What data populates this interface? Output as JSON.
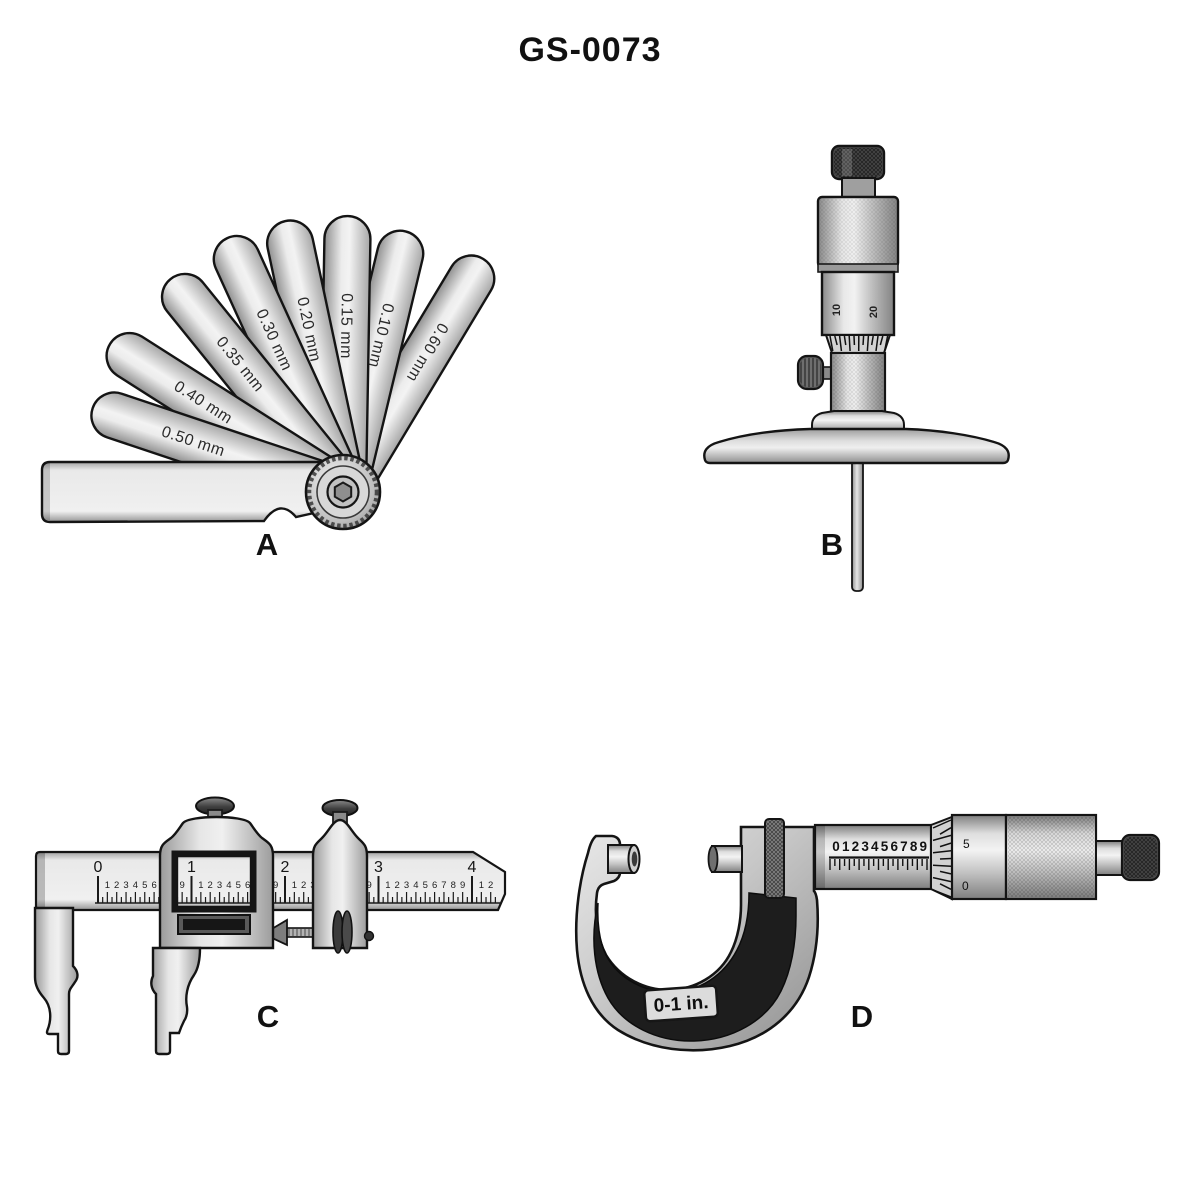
{
  "title": "GS-0073",
  "figures": {
    "A": {
      "label": "A",
      "instrument": "feeler gauge",
      "blade_labels_draw_order": [
        "0.60 mm",
        "0.10 mm",
        "0.15 mm",
        "0.20 mm",
        "0.30 mm",
        "0.35 mm",
        "0.40 mm",
        "0.50 mm"
      ]
    },
    "B": {
      "label": "B",
      "instrument": "depth micrometer",
      "thimble_marks": [
        "10",
        "20"
      ]
    },
    "C": {
      "label": "C",
      "instrument": "vernier caliper",
      "scale_major_labels": [
        "0",
        "1",
        "2",
        "3",
        "4"
      ],
      "scale_minor_digits": [
        "1",
        "2",
        "3",
        "4",
        "5",
        "6",
        "7",
        "8",
        "9"
      ]
    },
    "D": {
      "label": "D",
      "instrument": "outside micrometer",
      "sleeve_digits": [
        "0",
        "1",
        "2",
        "3",
        "4",
        "5",
        "6",
        "7",
        "8",
        "9"
      ],
      "thimble_digits": [
        "5",
        "0"
      ],
      "frame_label": "0-1 in."
    }
  }
}
